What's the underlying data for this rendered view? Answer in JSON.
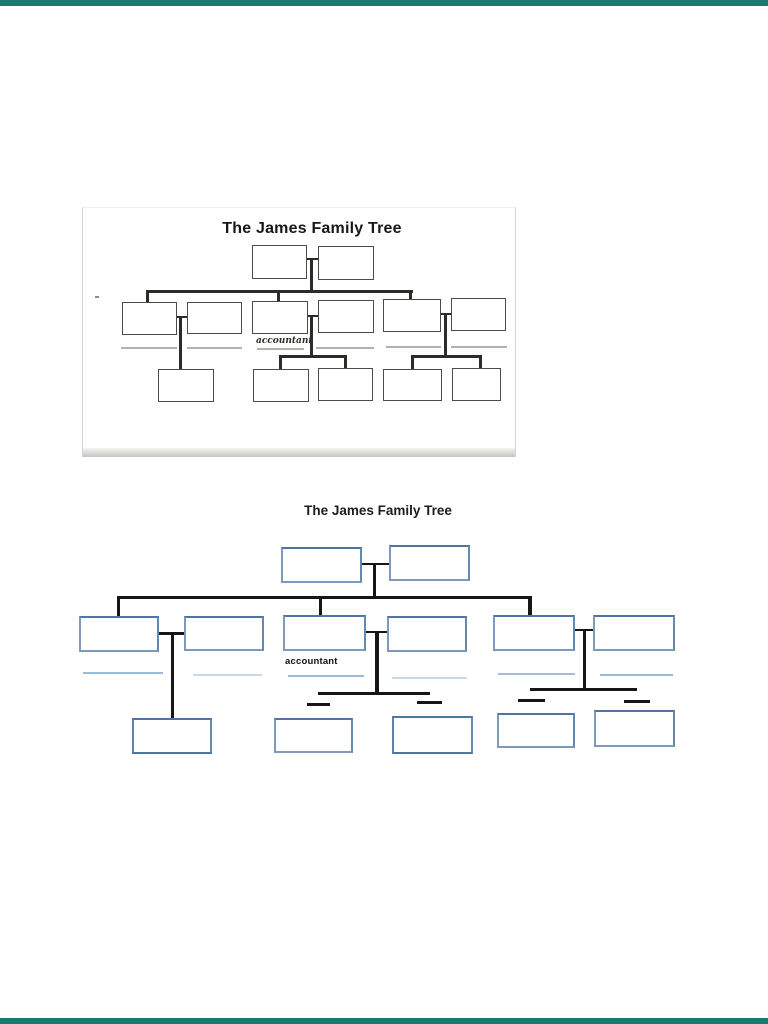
{
  "page": {
    "background": "#ffffff",
    "chrome_bar_color": "#1a7a70"
  },
  "scan_figure": {
    "title": "The James Family Tree",
    "accountant_label": "accountant",
    "colors": {
      "box_border": "#4d4b47",
      "connector_line": "#2c2b28",
      "writing_line": "#b3b1ad",
      "scan_edge": "#d6d4d1"
    }
  },
  "digital_figure": {
    "title": "The James Family Tree",
    "accountant_label": "accountant",
    "colors": {
      "box_border_dark": "#4d76a4",
      "box_border_light": "#7e9abb",
      "connector_line": "#161616",
      "underline_strong": "#9bbad7",
      "underline_light": "#c6d9e9"
    }
  },
  "tree_structure": {
    "type": "family-tree-diagram",
    "note": "all name boxes are blank; both figures show the same tree",
    "generations": [
      {
        "level": 1,
        "boxes": 2,
        "couples": 1
      },
      {
        "level": 2,
        "boxes": 6,
        "couples": 3,
        "label_under_box_3": "accountant"
      },
      {
        "level": 3,
        "boxes": 5,
        "children_per_couple": [
          1,
          2,
          2
        ]
      }
    ]
  }
}
